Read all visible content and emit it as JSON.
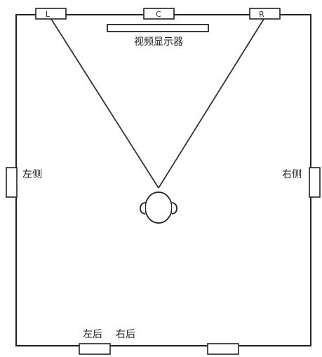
{
  "speakers": {
    "left": "L",
    "center": "C",
    "right": "R"
  },
  "display": {
    "label": "视频显示器"
  },
  "side": {
    "left": "左侧",
    "right": "右侧"
  },
  "rear": {
    "left": "左后",
    "right": "右后"
  }
}
